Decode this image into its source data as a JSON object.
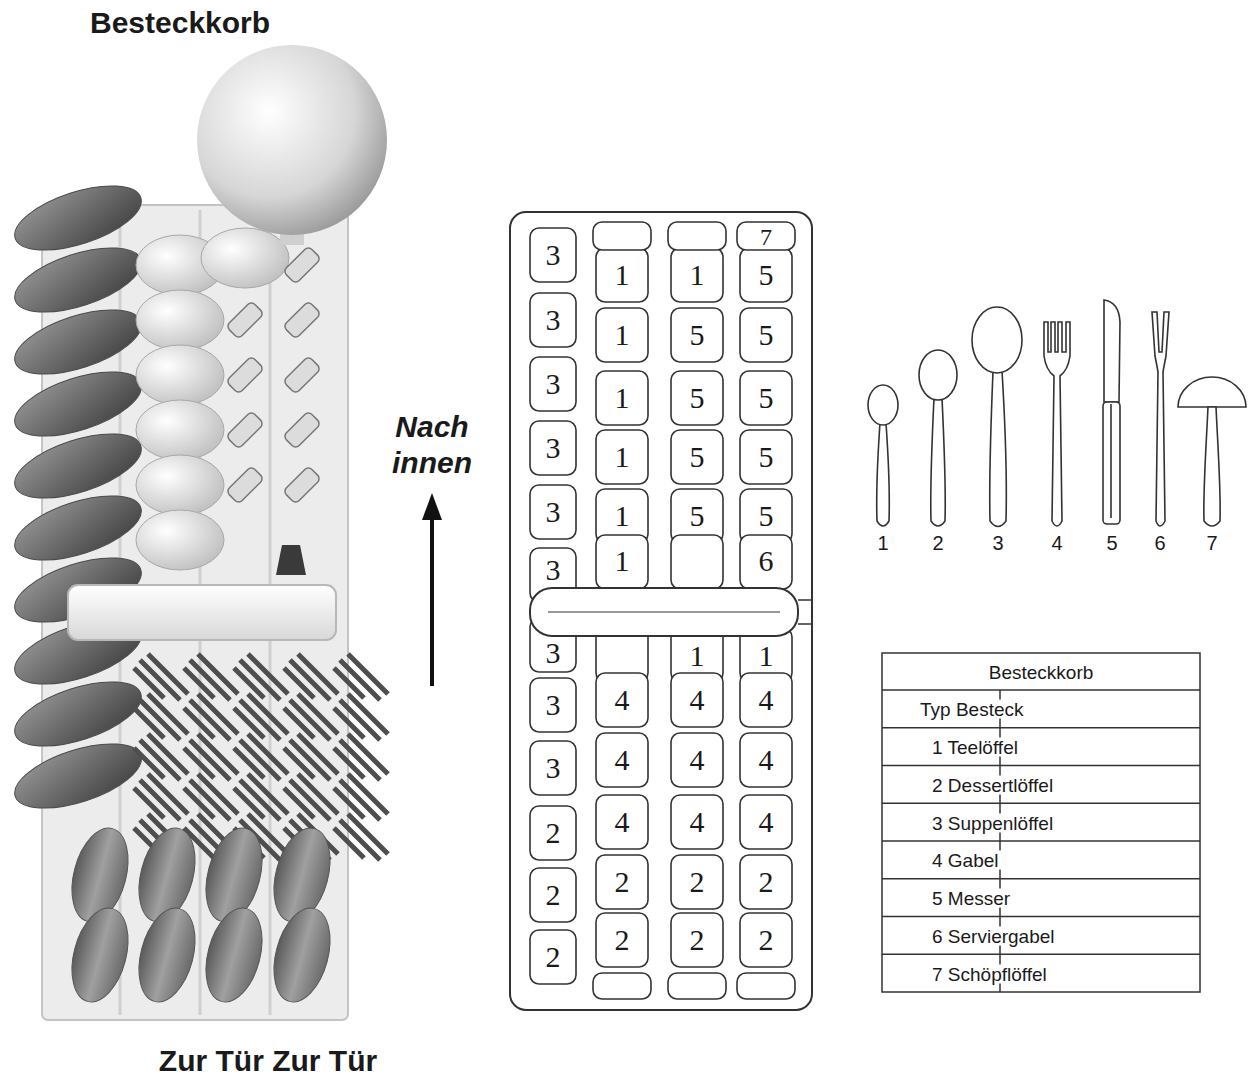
{
  "diagram": {
    "title": "Besteckkorb",
    "labels": [
      "Nach innen",
      "Zur Tür Zur Tür",
      "7",
      "3",
      "1",
      "1",
      "5",
      "3",
      "1",
      "5",
      "5",
      "3",
      "1",
      "5",
      "5",
      "3",
      "1",
      "5",
      "5",
      "3",
      "1",
      "5",
      "5",
      "3",
      "1",
      "6",
      "3",
      "1",
      "1",
      "3",
      "4",
      "4",
      "4",
      "3",
      "4",
      "4",
      "4",
      "2",
      "4",
      "4",
      "4",
      "2",
      "2",
      "2",
      "2",
      "2",
      "2",
      "2",
      "2",
      "1",
      "2",
      "3",
      "4",
      "5",
      "6",
      "7",
      "Besteckkorb",
      "Typ Besteck",
      "1 Teelöffel",
      "2 Dessertlöffel",
      "3 Suppenlöffel",
      "4 Gabel",
      "5 Messer",
      "6 Serviergabel",
      "7 Schöpflöffel"
    ]
  }
}
